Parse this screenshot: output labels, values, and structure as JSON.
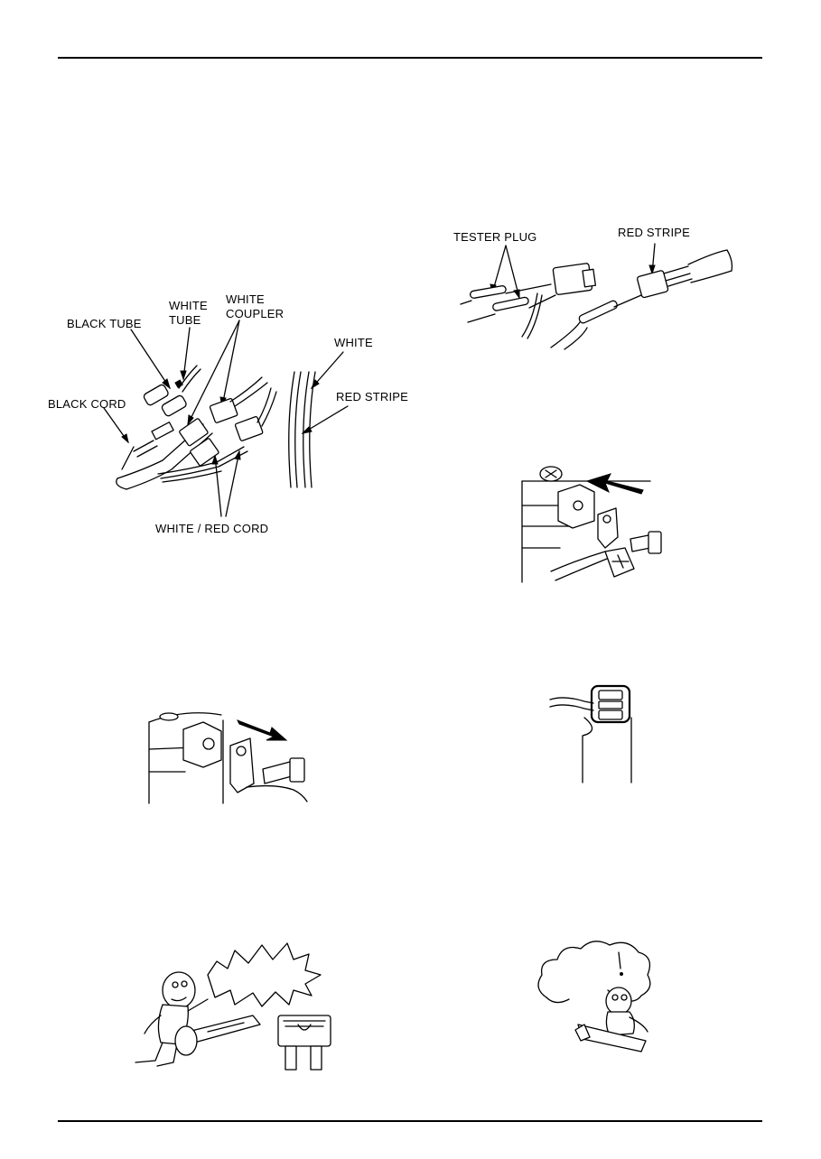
{
  "figures": {
    "wiring_connectors": {
      "labels": {
        "black_tube": "BLACK TUBE",
        "white_tube_line1": "WHITE",
        "white_tube_line2": "TUBE",
        "white_coupler_line1": "WHITE",
        "white_coupler_line2": "COUPLER",
        "white": "WHITE",
        "red_stripe": "RED STRIPE",
        "black_cord": "BLACK CORD",
        "white_red_cord": "WHITE / RED CORD"
      }
    },
    "tester_plug": {
      "labels": {
        "tester_plug": "TESTER PLUG",
        "red_stripe": "RED STRIPE"
      }
    },
    "battery_terminal_connect": {
      "labels": {}
    },
    "battery_terminal_disconnect": {
      "labels": {}
    },
    "terminal_cover": {
      "labels": {}
    },
    "fuse_cartoon": {
      "labels": {}
    },
    "thinking_cartoon": {
      "labels": {}
    }
  }
}
